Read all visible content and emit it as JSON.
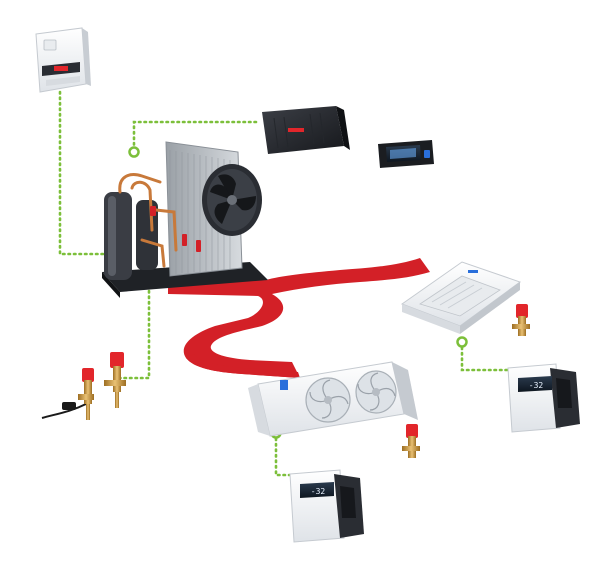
{
  "colors": {
    "refrigerant_pipe": "#d32027",
    "connection_line": "#7cbf3a",
    "controller_display": "#1a2a3a",
    "unit_body": "#f4f6f8",
    "dark_device": "#2a2d33",
    "valve_red": "#e2262b",
    "valve_brass": "#c89a3a",
    "accent_blue": "#2a6fdb"
  },
  "devices": {
    "wall_controller": {
      "icon": "wall-electronic-controller"
    },
    "condensing_unit": {
      "icon": "condensing-unit-with-fan"
    },
    "control_module": {
      "icon": "black-control-module"
    },
    "panel_display": {
      "icon": "panel-display",
      "reading": ""
    },
    "cassette_evaporator": {
      "icon": "ceiling-cassette-unit"
    },
    "unit_cooler": {
      "icon": "evaporator-unit-cooler"
    },
    "expansion_valve_pair": {
      "icon": "electronic-expansion-valves"
    },
    "cassette_valve": {
      "icon": "expansion-valve"
    },
    "cooler_valve": {
      "icon": "expansion-valve"
    },
    "cassette_case_controller": {
      "icon": "case-controller",
      "reading": "-32"
    },
    "cooler_case_controller": {
      "icon": "case-controller",
      "reading": "-32"
    }
  }
}
